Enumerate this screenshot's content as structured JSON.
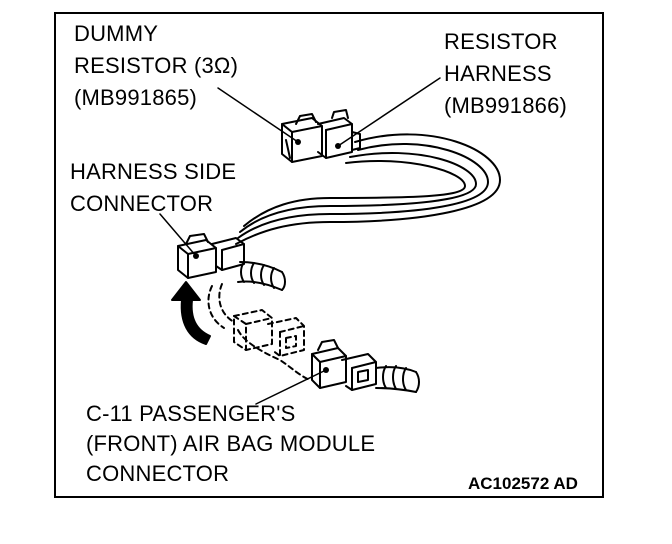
{
  "labels": {
    "dummy_resistor": {
      "line1": "DUMMY",
      "line2": "RESISTOR (3Ω)",
      "line3": "(MB991865)"
    },
    "resistor_harness": {
      "line1": "RESISTOR",
      "line2": "HARNESS",
      "line3": "(MB991866)"
    },
    "harness_side_connector": {
      "line1": "HARNESS SIDE",
      "line2": "CONNECTOR"
    },
    "airbag_module_connector": {
      "line1": "C-11 PASSENGER'S",
      "line2": "(FRONT) AIR BAG MODULE",
      "line3": "CONNECTOR"
    }
  },
  "figure_code": "AC102572 AD",
  "colors": {
    "ink": "#000000",
    "background": "#ffffff"
  },
  "icons": [
    "curved-arrow-icon"
  ]
}
